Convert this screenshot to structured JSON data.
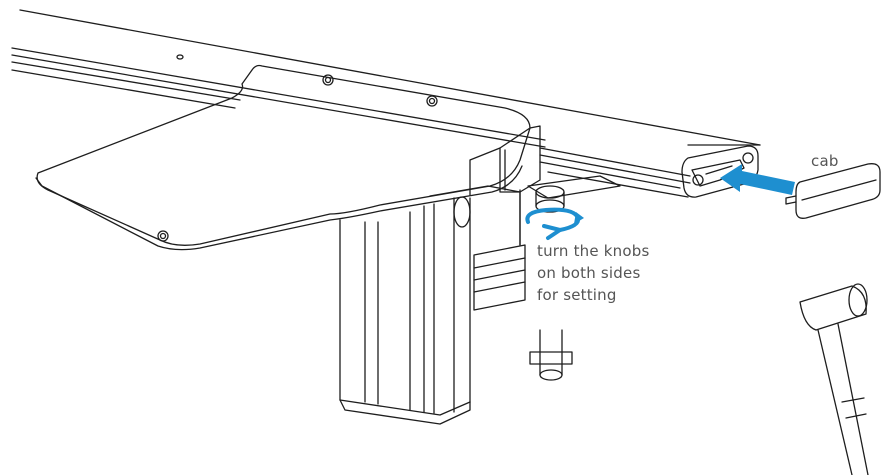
{
  "labels": {
    "cab": "cab",
    "knob_instruction": [
      "turn the knobs",
      "on both sides",
      "for setting"
    ]
  },
  "colors": {
    "line": "#1e1e1e",
    "accent_arrow": "#1e8fd0",
    "text": "#555555"
  },
  "icons": [
    "push-arrow-icon",
    "rotate-arrow-icon",
    "mallet-icon"
  ]
}
